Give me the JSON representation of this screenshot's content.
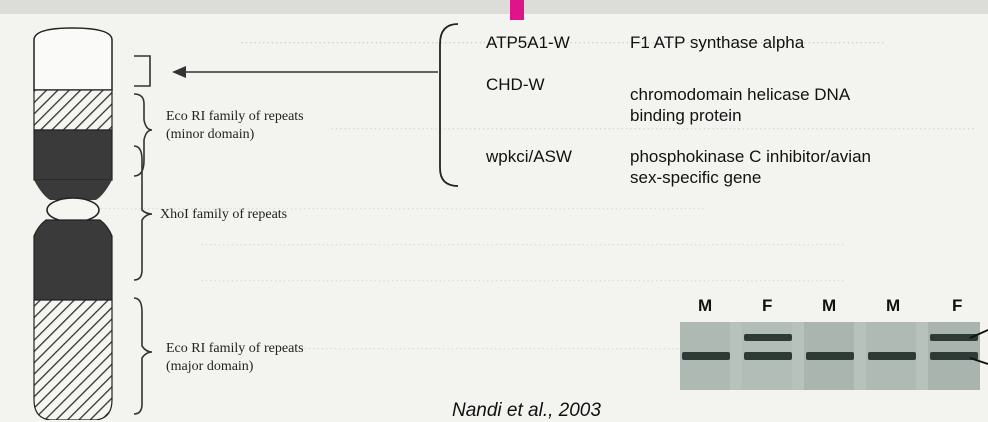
{
  "chromosome_labels": {
    "minor_domain": "Eco RI family of repeats\n(minor domain)",
    "xhol": "XhoI family of repeats",
    "major_domain": "Eco RI family of repeats\n(major domain)"
  },
  "genes": [
    {
      "symbol": "ATP5A1-W",
      "description": "F1 ATP synthase alpha"
    },
    {
      "symbol": "CHD-W",
      "description": "chromodomain helicase DNA\nbinding protein"
    },
    {
      "symbol": "wpkci/ASW",
      "description": "phosphokinase C inhibitor/avian\nsex-specific gene"
    }
  ],
  "gel": {
    "lanes": [
      "M",
      "F",
      "M",
      "M",
      "F"
    ]
  },
  "citation": "Nandi et al., 2003",
  "colors": {
    "chromosome_dark": "#3a3a3a",
    "accent": "#e0148a",
    "gel_band": "#2d3a36"
  }
}
